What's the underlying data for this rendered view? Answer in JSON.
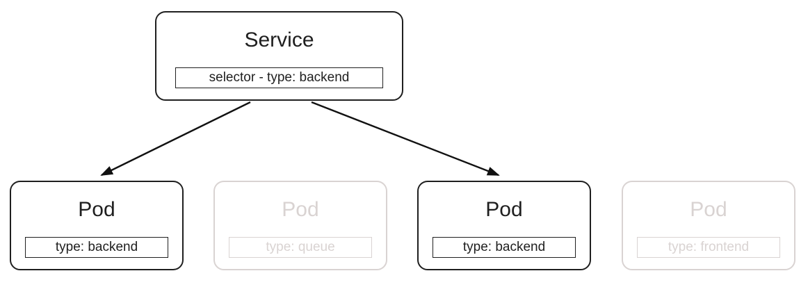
{
  "colors": {
    "active": "#1f1f1f",
    "dimmed": "#d9d3d2",
    "background": "#ffffff",
    "arrow": "#111111"
  },
  "service": {
    "title": "Service",
    "selector_label": "selector - type: backend"
  },
  "pods": [
    {
      "title": "Pod",
      "label": "type: backend",
      "state": "active"
    },
    {
      "title": "Pod",
      "label": "type: queue",
      "state": "dimmed"
    },
    {
      "title": "Pod",
      "label": "type: backend",
      "state": "active"
    },
    {
      "title": "Pod",
      "label": "type: frontend",
      "state": "dimmed"
    }
  ],
  "edges": [
    {
      "from": "service",
      "to": "pod-1"
    },
    {
      "from": "service",
      "to": "pod-3"
    }
  ]
}
